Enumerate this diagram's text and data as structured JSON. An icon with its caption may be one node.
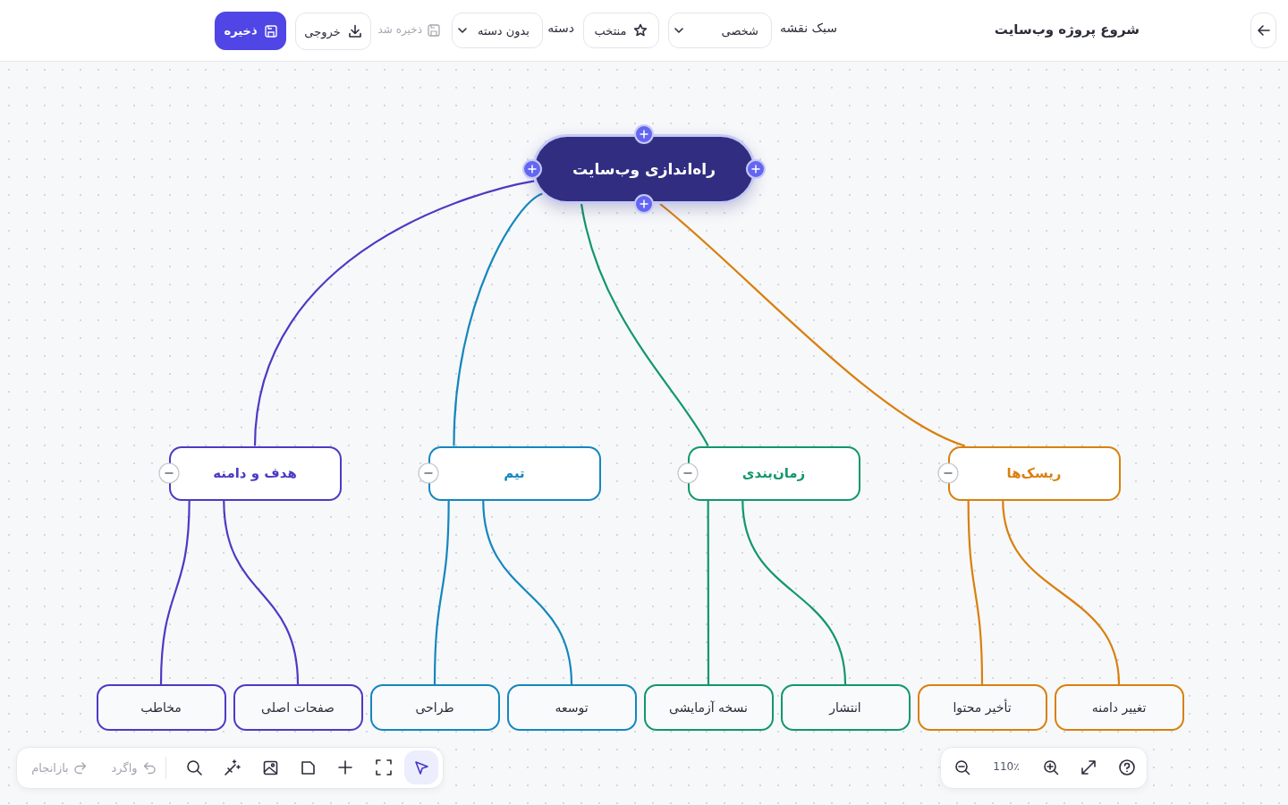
{
  "diagram": {
    "nodes": [
      {
        "text": [
          "راه‌اندازی وب‌سایت"
        ]
      },
      {
        "text": [
          "هدف و دامنه"
        ]
      },
      {
        "text": [
          "تیم"
        ]
      },
      {
        "text": [
          "زمان‌بندی"
        ]
      },
      {
        "text": [
          "ریسک‌ها"
        ]
      },
      {
        "text": [
          "مخاطب"
        ]
      },
      {
        "text": [
          "صفحات اصلی"
        ]
      },
      {
        "text": [
          "طراحی"
        ]
      },
      {
        "text": [
          "توسعه"
        ]
      },
      {
        "text": [
          "نسخه آزمایشی"
        ]
      },
      {
        "text": [
          "انتشار"
        ]
      },
      {
        "text": [
          "تأخیر محتوا"
        ]
      },
      {
        "text": [
          "تغییر دامنه"
        ]
      }
    ],
    "edges": [
      {
        "from": 0,
        "to": 1,
        "arrow": "none",
        "color": "#4b3bc4"
      },
      {
        "from": 0,
        "to": 2,
        "arrow": "none",
        "color": "#1487bd"
      },
      {
        "from": 0,
        "to": 3,
        "arrow": "none",
        "color": "#12976b"
      },
      {
        "from": 0,
        "to": 4,
        "arrow": "none",
        "color": "#d9800f"
      },
      {
        "from": 1,
        "to": 5,
        "arrow": "none",
        "color": "#4b3bc4"
      },
      {
        "from": 1,
        "to": 6,
        "arrow": "none",
        "color": "#4b3bc4"
      },
      {
        "from": 2,
        "to": 7,
        "arrow": "none",
        "color": "#1487bd"
      },
      {
        "from": 2,
        "to": 8,
        "arrow": "none",
        "color": "#1487bd"
      },
      {
        "from": 3,
        "to": 9,
        "arrow": "none",
        "color": "#12976b"
      },
      {
        "from": 3,
        "to": 10,
        "arrow": "none",
        "color": "#12976b"
      },
      {
        "from": 4,
        "to": 11,
        "arrow": "none",
        "color": "#d9800f"
      },
      {
        "from": 4,
        "to": 12,
        "arrow": "none",
        "color": "#d9800f"
      }
    ],
    "labels": [
      "شروع پروژه وب‌سایت",
      "سبک نقشه",
      "شخصی",
      "منتخب",
      "دسته",
      "بدون دسته",
      "ذخیره شد",
      "خروجی",
      "ذخیره",
      "110٪",
      "واگرد",
      "بازانجام"
    ]
  }
}
